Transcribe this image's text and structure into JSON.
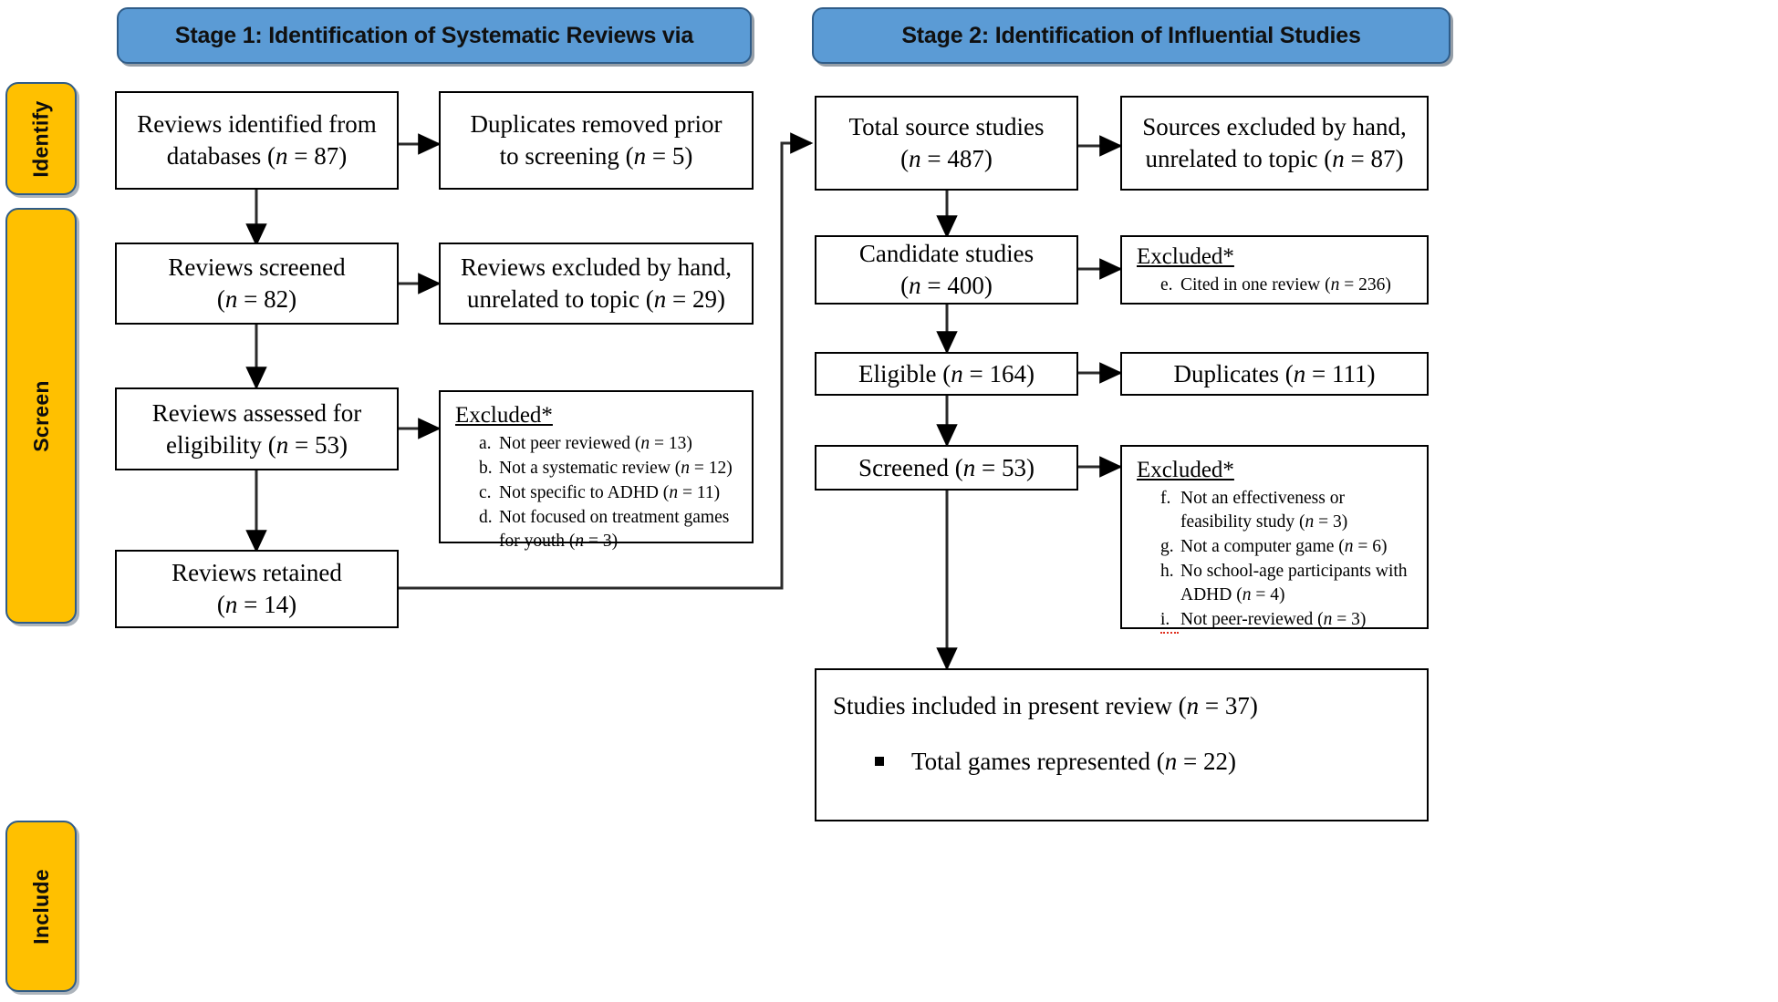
{
  "stages": [
    {
      "id": "stage-1",
      "title": "Stage 1: Identification of Systematic Reviews via"
    },
    {
      "id": "stage-2",
      "title": "Stage 2: Identification of Influential Studies"
    }
  ],
  "phases": [
    {
      "id": "identify",
      "label": "Identify"
    },
    {
      "id": "screen",
      "label": "Screen"
    },
    {
      "id": "include",
      "label": "Include"
    }
  ],
  "stage1": {
    "identified": {
      "line1": "Reviews identified from",
      "line2": "databases (n = 87)"
    },
    "duplicates": {
      "line1": "Duplicates removed prior",
      "line2": "to screening (n = 5)"
    },
    "screened": {
      "line1": "Reviews screened",
      "line2": "(n = 82)"
    },
    "excluded_hand": {
      "line1": "Reviews excluded by hand,",
      "line2": "unrelated to topic (n = 29)"
    },
    "assessed": {
      "line1": "Reviews assessed for",
      "line2": "eligibility (n = 53)"
    },
    "excluded": {
      "heading": "Excluded*",
      "items": [
        {
          "marker": "a.",
          "text": "Not peer reviewed (n = 13)"
        },
        {
          "marker": "b.",
          "text": "Not a systematic review (n = 12)"
        },
        {
          "marker": "c.",
          "text": "Not specific to ADHD (n = 11)"
        },
        {
          "marker": "d.",
          "text": "Not focused on treatment games for youth (n = 3)"
        }
      ]
    },
    "retained": {
      "line1": "Reviews retained",
      "line2": "(n = 14)"
    }
  },
  "stage2": {
    "total_sources": {
      "line1": "Total source studies",
      "line2": "(n = 487)"
    },
    "excluded_hand": {
      "line1": "Sources excluded by hand,",
      "line2": "unrelated to topic (n = 87)"
    },
    "candidates": {
      "line1": "Candidate studies",
      "line2": "(n = 400)"
    },
    "excluded_cited": {
      "heading": "Excluded*",
      "items": [
        {
          "marker": "e.",
          "text": "Cited in one review (n = 236)"
        }
      ]
    },
    "eligible": {
      "line1": "Eligible (n = 164)",
      "line2": ""
    },
    "duplicates": {
      "line1": "Duplicates (n = 111)",
      "line2": ""
    },
    "screened": {
      "line1": "Screened (n = 53)",
      "line2": ""
    },
    "excluded": {
      "heading": "Excluded*",
      "items": [
        {
          "marker": "f.",
          "text": "Not an effectiveness or feasibility study (n = 3)"
        },
        {
          "marker": "g.",
          "text": "Not a computer game (n = 6)"
        },
        {
          "marker": "h.",
          "text": "No school-age participants with ADHD (n = 4)"
        },
        {
          "marker": "i.",
          "text": "Not peer-reviewed (n = 3)",
          "flagged": true
        }
      ]
    },
    "included": {
      "line1": "Studies included in present review (n = 37)",
      "bullet": "Total games represented (n = 22)"
    }
  },
  "colors": {
    "banner_fill": "#5B9BD5",
    "banner_border": "#2F5C88",
    "phase_fill": "#FFC000",
    "box_border": "#000000",
    "flag_underline": "#E03020"
  }
}
